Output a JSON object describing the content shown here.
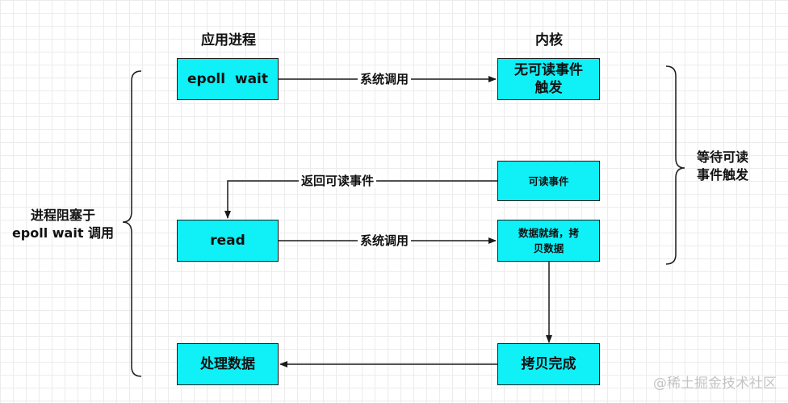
{
  "columns": {
    "app": "应用进程",
    "kernel": "内核"
  },
  "boxes": {
    "epoll_wait": "epoll  wait",
    "no_event": "无可读事件\n触发",
    "read": "read",
    "readable_event": "可读事件",
    "data_ready": "数据就绪，拷\n贝数据",
    "process_data": "处理数据",
    "copy_done": "拷贝完成"
  },
  "edges": {
    "syscall_1": "系统调用",
    "return_event": "返回可读事件",
    "syscall_2": "系统调用"
  },
  "brackets": {
    "left": "进程阻塞于\nepoll  wait 调用",
    "right": "等待可读\n事件触发"
  },
  "watermark": "@稀土掘金技术社区",
  "colors": {
    "box_fill": "#0ff0f7",
    "stroke": "#1a1a1a"
  }
}
